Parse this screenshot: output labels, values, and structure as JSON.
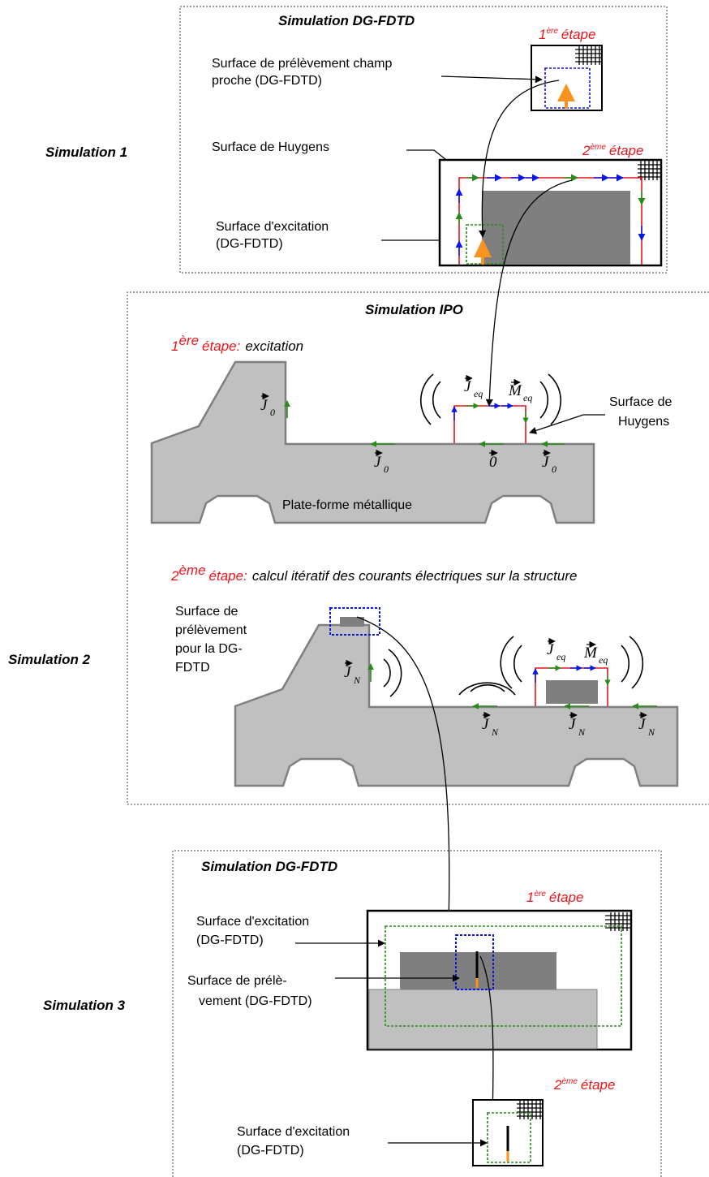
{
  "colors": {
    "red": "#e8141b",
    "blue": "#0a16e6",
    "green": "#2a8a1a",
    "orange": "#f7931e",
    "grey_dark": "#7f7f7f",
    "grey_light": "#c0c0c0"
  },
  "sim1": {
    "box_title": "Simulation DG-FDTD",
    "row_label": "Simulation 1",
    "step1": {
      "sup": "ère",
      "num": "1",
      "word": "étape"
    },
    "step2": {
      "sup": "ème",
      "num": "2",
      "word": "étape"
    },
    "label_near_line1": "Surface de prélèvement champ",
    "label_near_line2": "proche (DG-FDTD)",
    "label_huygens": "Surface de Huygens",
    "label_excit_line1": "Surface d'excitation",
    "label_excit_line2": "(DG-FDTD)"
  },
  "ipo": {
    "box_title": "Simulation IPO",
    "row_label": "Simulation 2",
    "step1": {
      "num": "1",
      "sup": "ère",
      "word": "étape:",
      "rest": "excitation"
    },
    "step2": {
      "num": "2",
      "sup": "ème",
      "word": "étape:",
      "rest": "calcul itératif des courants électriques sur la structure"
    },
    "symbols": {
      "J": "J",
      "M": "M",
      "sub0": "0",
      "subEq": "eq",
      "subN": "N",
      "zero": "0"
    },
    "label_huygens_line1": "Surface de",
    "label_huygens_line2": "Huygens",
    "label_platform": "Plate-forme métallique",
    "label_sample_lines": [
      "Surface de",
      "prélèvement",
      "pour la DG-",
      "FDTD"
    ]
  },
  "sim3": {
    "box_title": "Simulation DG-FDTD",
    "row_label": "Simulation 3",
    "step1": {
      "num": "1",
      "sup": "ère",
      "word": "étape"
    },
    "step2": {
      "num": "2",
      "sup": "ème",
      "word": "étape"
    },
    "label_excit_line1": "Surface d'excitation",
    "label_excit_line2": "(DG-FDTD)",
    "label_sample_line1": "Surface de prélè-",
    "label_sample_line2": "vement  (DG-FDTD)",
    "label_excit2_line1": "Surface d'excitation",
    "label_excit2_line2": "(DG-FDTD)"
  }
}
